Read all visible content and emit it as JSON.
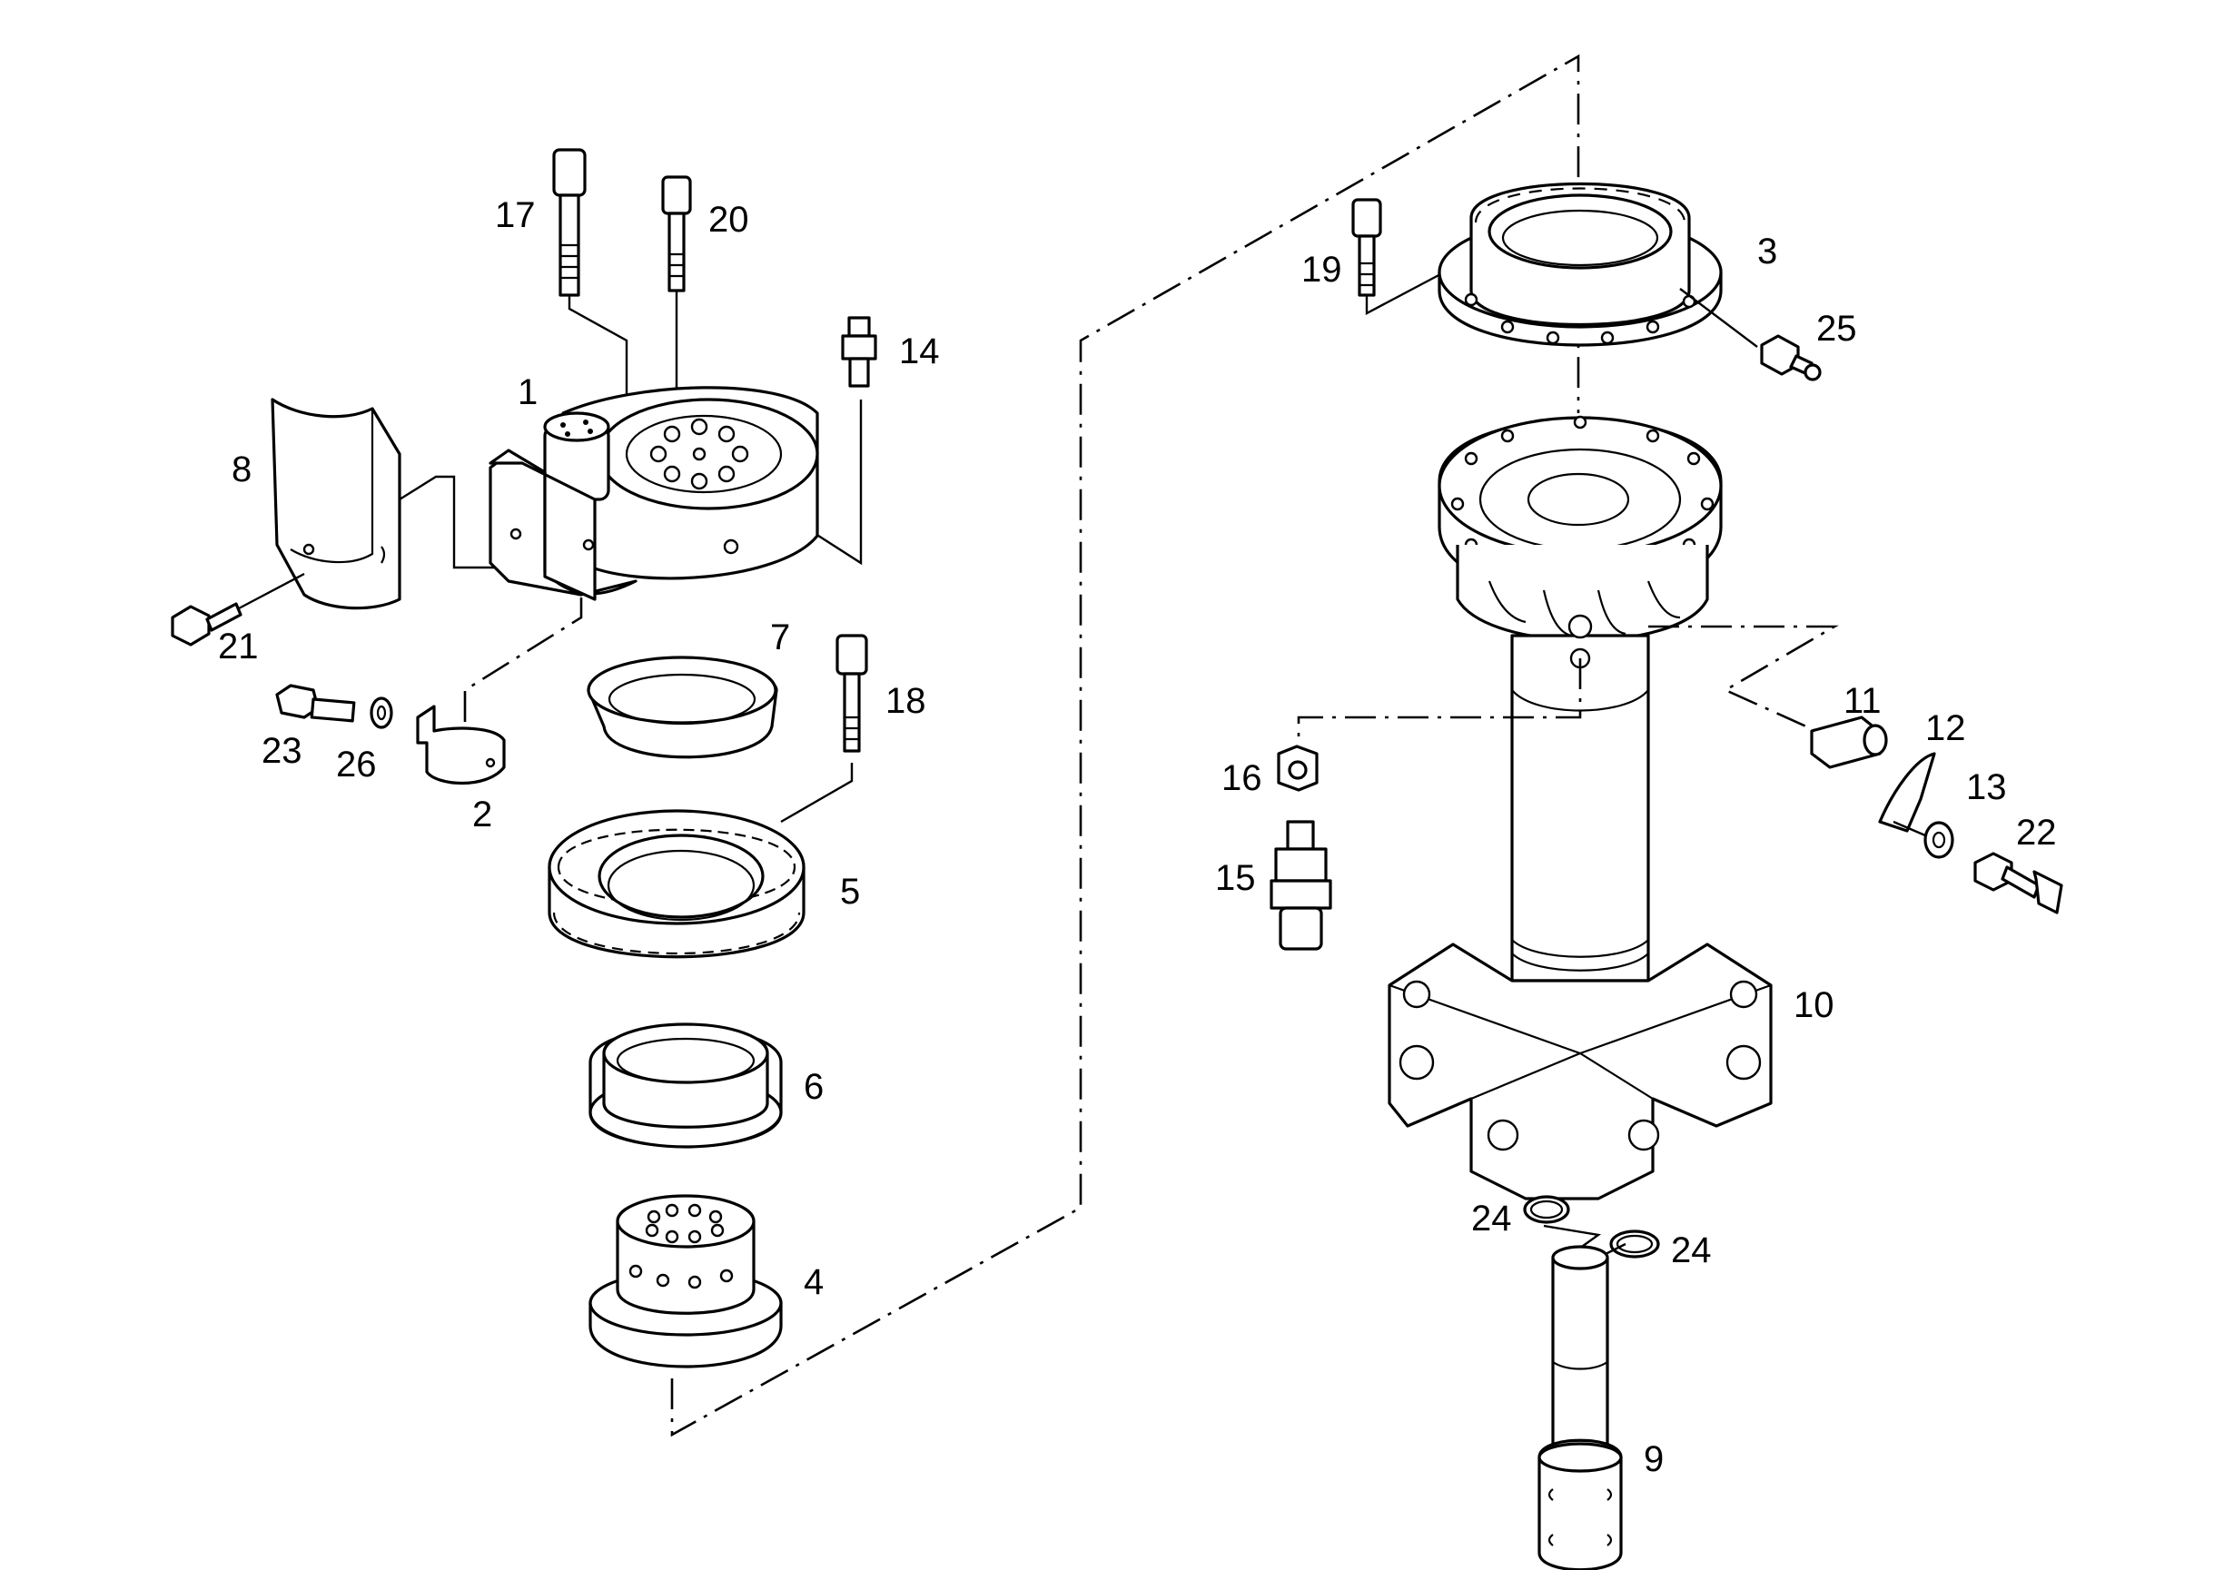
{
  "callouts": {
    "c1": "1",
    "c2": "2",
    "c3": "3",
    "c4": "4",
    "c5": "5",
    "c6": "6",
    "c7": "7",
    "c8": "8",
    "c9": "9",
    "c10": "10",
    "c11": "11",
    "c12": "12",
    "c13": "13",
    "c14": "14",
    "c15": "15",
    "c16": "16",
    "c17": "17",
    "c18": "18",
    "c19": "19",
    "c20": "20",
    "c21": "21",
    "c22": "22",
    "c23": "23",
    "c24a": "24",
    "c24b": "24",
    "c25": "25",
    "c26": "26"
  }
}
